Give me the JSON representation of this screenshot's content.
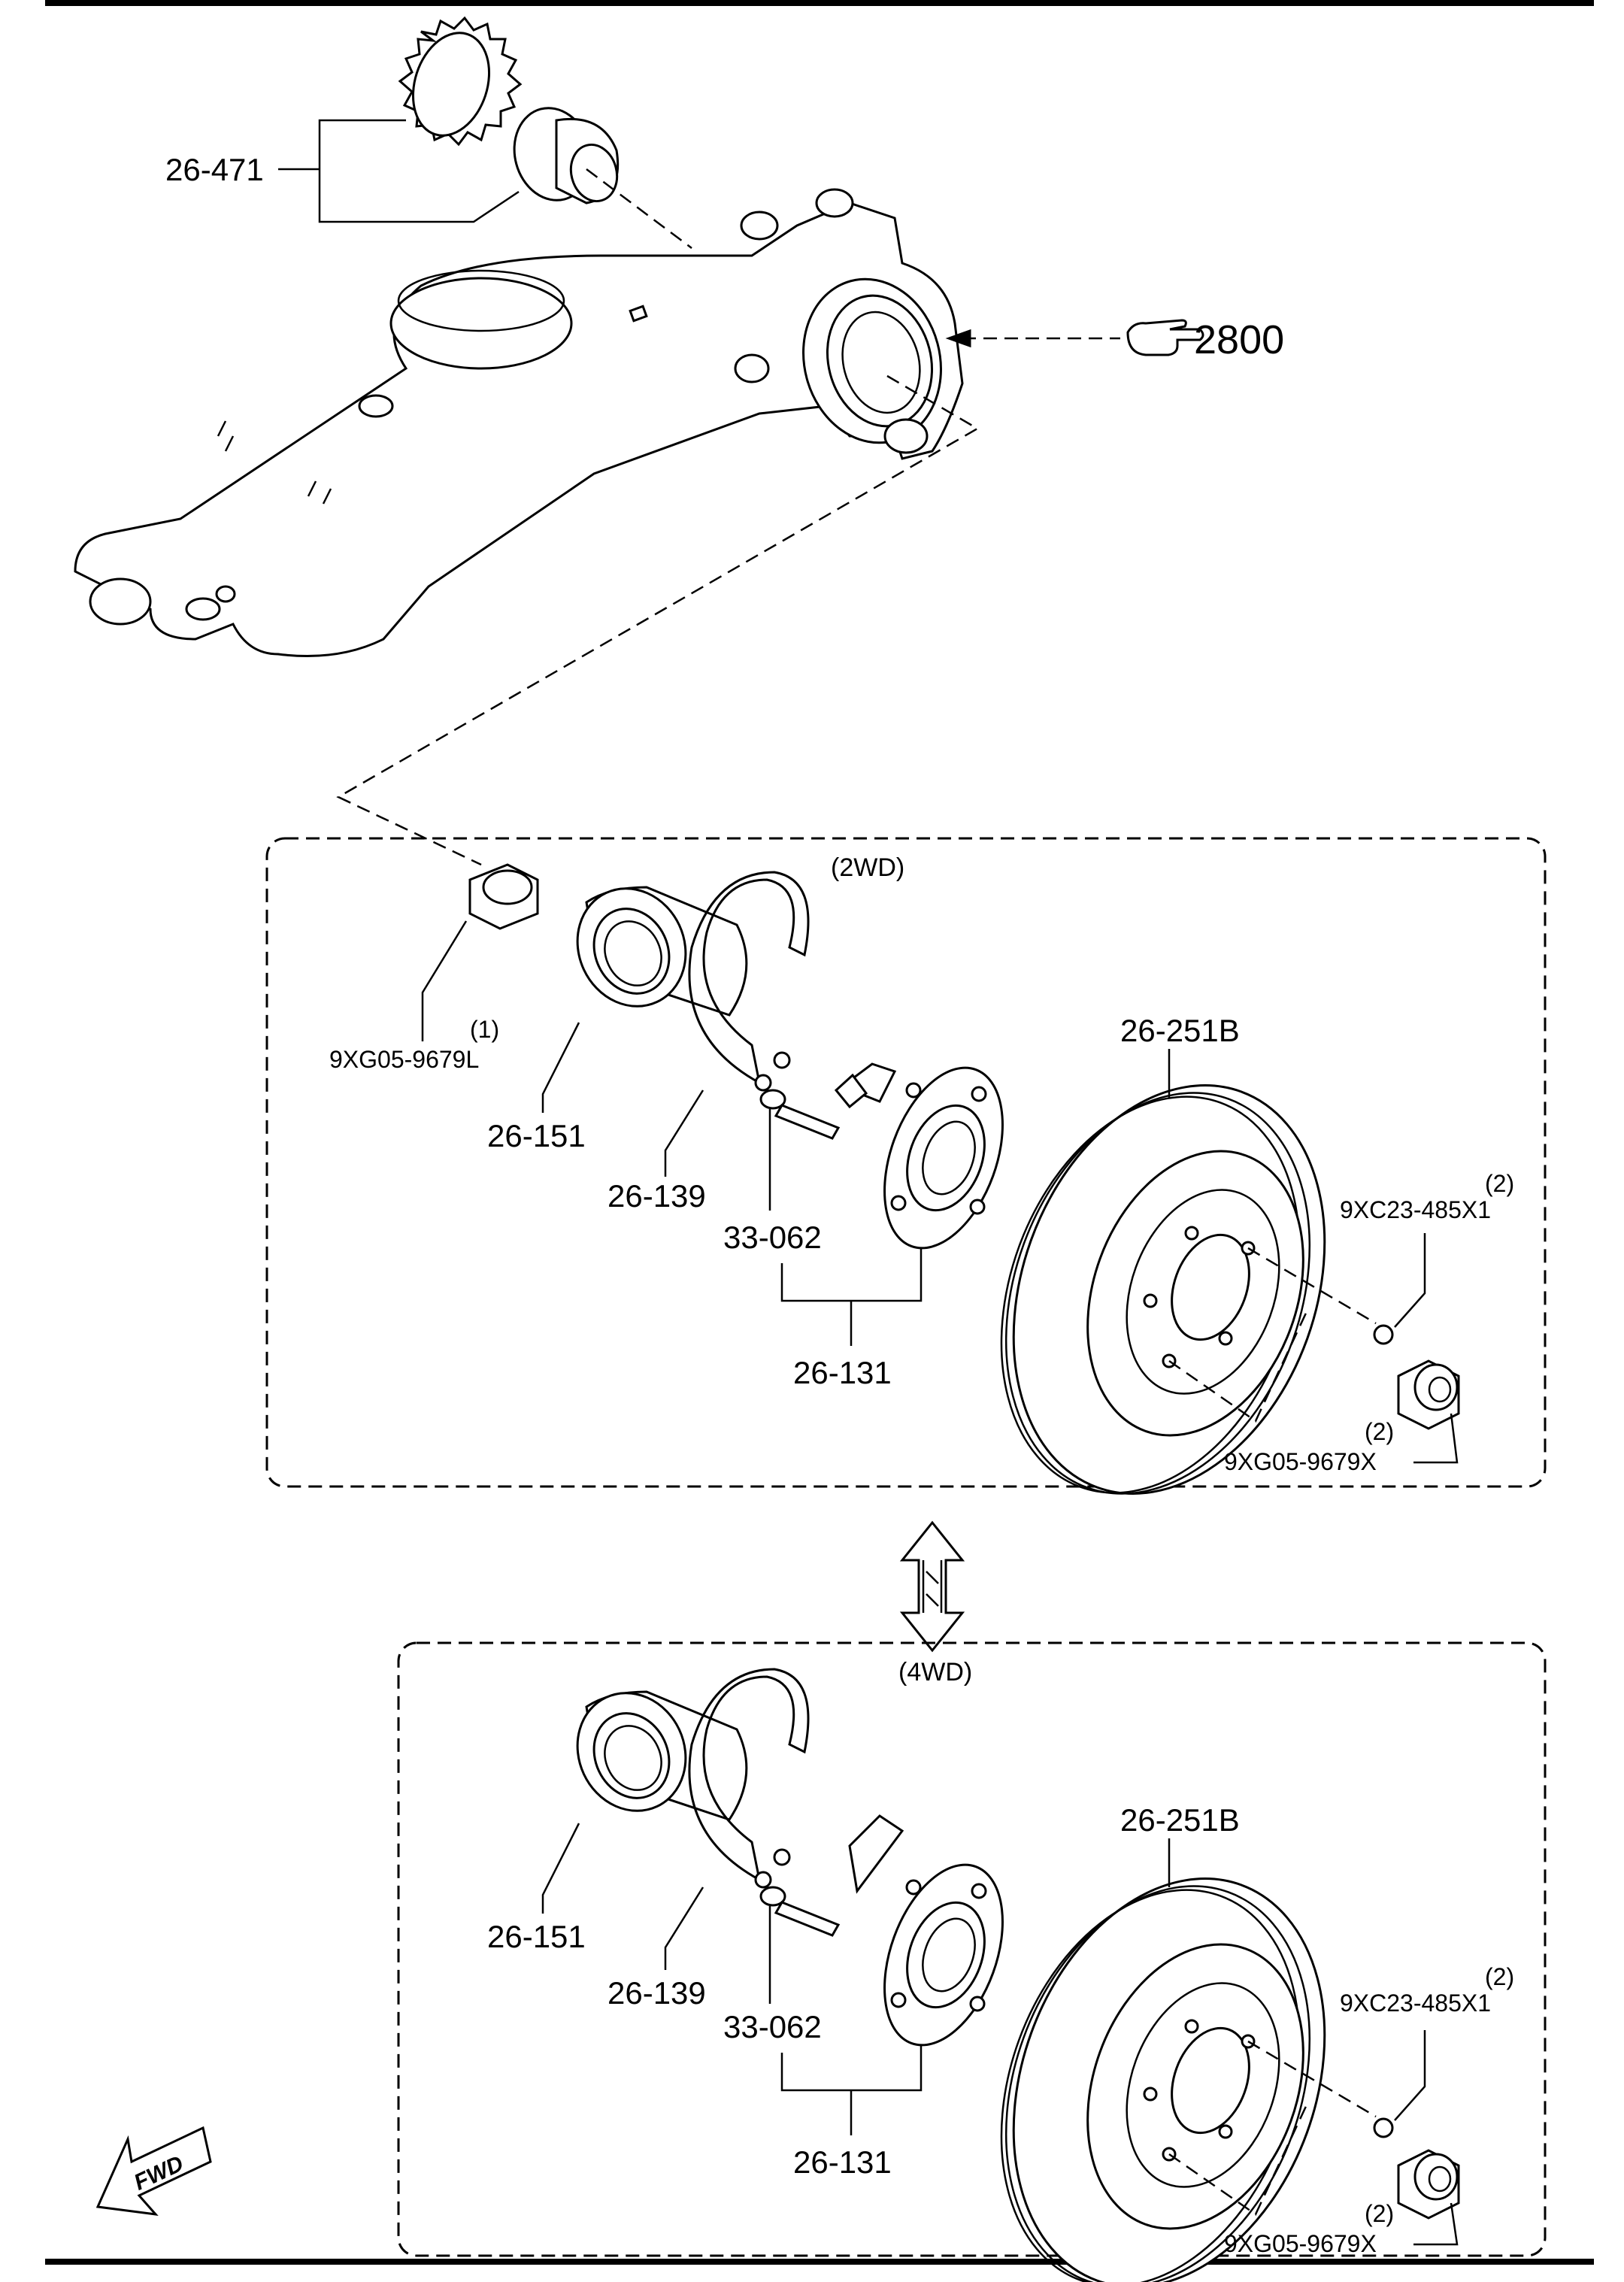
{
  "sections": {
    "two_wd": "(2WD)",
    "four_wd": "(4WD)"
  },
  "reference": {
    "text": "2800",
    "icon": "pointing-hand-icon"
  },
  "fwd_label": "FWD",
  "parts": {
    "tone_ring_seal": "26-471",
    "bearing": "26-151",
    "snap_ring": "26-139",
    "hub_bolt": "33-062",
    "hub": "26-131",
    "disc": "26-251B",
    "screw": "9XC23-485X1",
    "hub_nut": "9XG05-9679X",
    "center_nut": "9XG05-9679L"
  },
  "quantities": {
    "center_nut": "(1)",
    "screw": "(2)",
    "hub_nut": "(2)"
  }
}
